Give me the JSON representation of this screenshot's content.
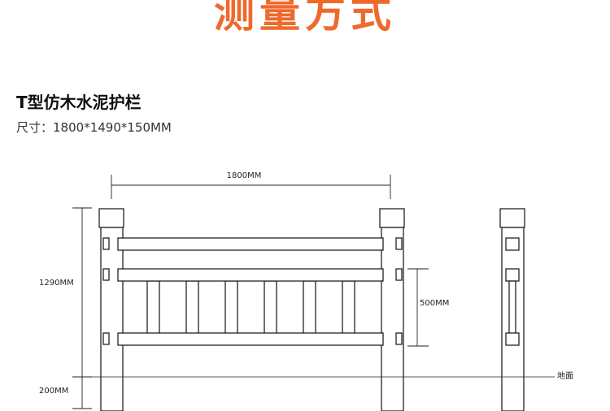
{
  "heading": "测量方式",
  "product": {
    "title": "T型仿木水泥护栏",
    "size_label": "尺寸：",
    "size_value": "1800*1490*150MM"
  },
  "dimensions": {
    "width": "1800MM",
    "height_above": "1290MM",
    "height_below": "200MM",
    "rail_span": "500MM",
    "ground": "地面"
  },
  "colors": {
    "heading": "#ee6a2c",
    "line": "#111111"
  }
}
